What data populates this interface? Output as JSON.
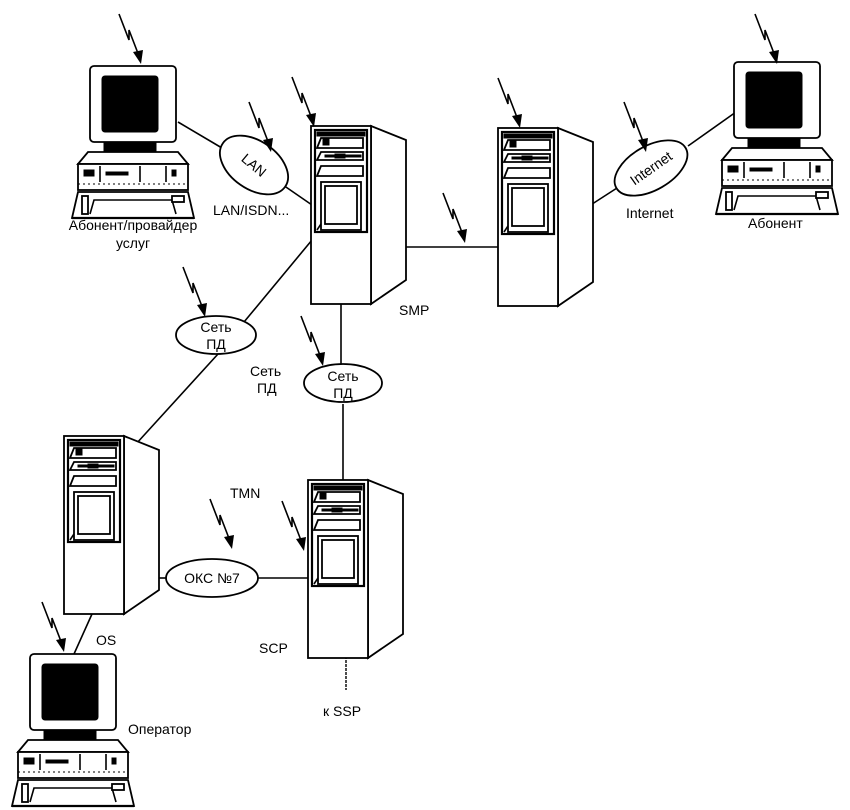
{
  "diagram": {
    "title": "",
    "nodes": {
      "subscriber_provider": {
        "label_line1": "Абонент/провайдер",
        "label_line2": "услуг",
        "type": "workstation"
      },
      "subscriber": {
        "label": "Абонент",
        "type": "workstation"
      },
      "operator": {
        "label": "Оператор",
        "type": "workstation"
      },
      "smp": {
        "label": "SMP",
        "type": "server"
      },
      "web_server": {
        "label": "",
        "type": "server"
      },
      "os": {
        "label": "OS",
        "type": "server"
      },
      "scp": {
        "label": "SCP",
        "type": "server"
      }
    },
    "networks": {
      "lan": {
        "label": "LAN",
        "caption": "LAN/ISDN..."
      },
      "internet": {
        "label": "Internet",
        "caption": "Internet"
      },
      "pd_left": {
        "label_line1": "Сеть",
        "label_line2": "ПД"
      },
      "pd_center": {
        "label_line1": "Сеть",
        "label_line2": "ПД",
        "caption_line1": "Сеть",
        "caption_line2": "ПД"
      },
      "oks7": {
        "label": "ОКС №7"
      }
    },
    "annotations": {
      "tmn": "TMN",
      "to_ssp": "к SSP"
    },
    "edges": [
      {
        "from": "subscriber_provider",
        "to": "lan"
      },
      {
        "from": "lan",
        "to": "smp"
      },
      {
        "from": "smp",
        "to": "web_server"
      },
      {
        "from": "web_server",
        "to": "internet"
      },
      {
        "from": "internet",
        "to": "subscriber"
      },
      {
        "from": "smp",
        "to": "pd_left"
      },
      {
        "from": "pd_left",
        "to": "os"
      },
      {
        "from": "smp",
        "to": "pd_center"
      },
      {
        "from": "pd_center",
        "to": "scp"
      },
      {
        "from": "os",
        "to": "oks7"
      },
      {
        "from": "oks7",
        "to": "scp"
      },
      {
        "from": "os",
        "to": "operator"
      },
      {
        "from": "scp",
        "to": "to_ssp",
        "style": "dotted"
      }
    ],
    "icon_semantics": {
      "workstation": "desktop-computer-icon",
      "server": "tower-server-icon",
      "lightning": "lightning-arrow-icon"
    }
  }
}
